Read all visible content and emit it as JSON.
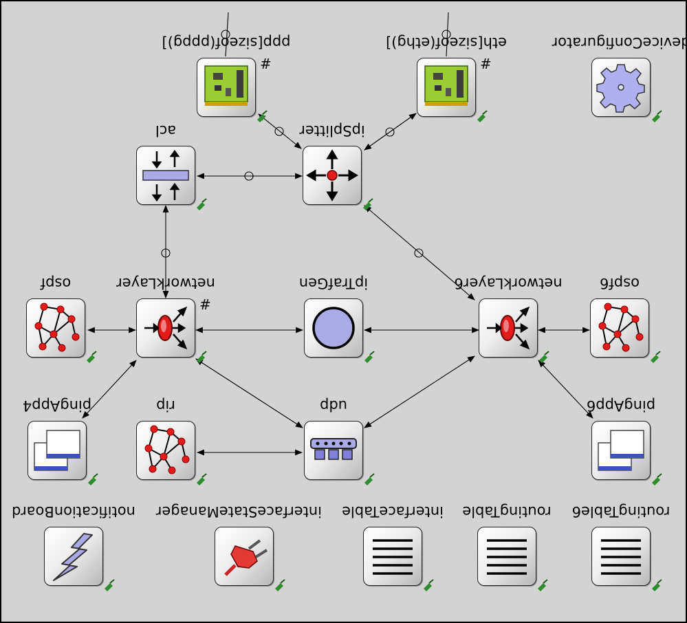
{
  "title": "",
  "modules": {
    "ppp": {
      "label": "ppp[sizeof(pppg)]",
      "icon": "nic-card-icon",
      "hash": "#"
    },
    "eth": {
      "label": "eth[sizeof(ethg)]",
      "icon": "nic-card-icon",
      "hash": "#"
    },
    "deviceConfigurator": {
      "label": "deviceConfigurator",
      "icon": "gear-icon"
    },
    "acl": {
      "label": "acl",
      "icon": "acl-filter-icon"
    },
    "ipSplitter": {
      "label": "ipSplitter",
      "icon": "splitter-icon"
    },
    "ospf": {
      "label": "ospf",
      "icon": "network-graph-icon"
    },
    "networkLayer": {
      "label": "networkLayer",
      "icon": "network-layer-icon",
      "hash": "#"
    },
    "ipTrafGen": {
      "label": "ipTrafGen",
      "icon": "traffic-generator-icon"
    },
    "networkLayer6": {
      "label": "networkLayer6",
      "icon": "network-layer-icon"
    },
    "ospf6": {
      "label": "ospf6",
      "icon": "network-graph-icon"
    },
    "pingApp4": {
      "label": "pingApp4",
      "icon": "app-window-icon"
    },
    "rip": {
      "label": "rip",
      "icon": "network-graph-icon"
    },
    "udp": {
      "label": "udp",
      "icon": "udp-block-icon"
    },
    "pingApp6": {
      "label": "pingApp6",
      "icon": "app-window-icon"
    },
    "notificationBoard": {
      "label": "notificationBoard",
      "icon": "lightning-icon"
    },
    "interfaceStateManager": {
      "label": "interfaceStateManager",
      "icon": "plug-icon"
    },
    "interfaceTable": {
      "label": "interfaceTable",
      "icon": "table-lines-icon"
    },
    "routingTable": {
      "label": "routingTable",
      "icon": "table-lines-icon"
    },
    "routingTable6": {
      "label": "routingTable6",
      "icon": "table-lines-icon"
    }
  },
  "colors": {
    "background": "#d3d3d3",
    "nic_green": "#9acd32",
    "node_red": "#e21b1b",
    "accent_lavender": "#aaaae6",
    "pin_green": "#2e8b2e"
  }
}
